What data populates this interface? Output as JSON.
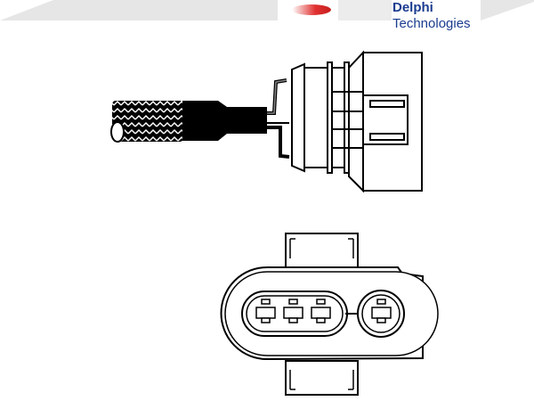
{
  "header": {
    "brand_line1": "Delphi",
    "brand_line2": "Technologies",
    "brand_color": "#1a3c8f",
    "badge_color": "#d62828",
    "banner_color": "#e6e6e6"
  },
  "drawings": [
    {
      "name": "oxygen-sensor-side-view",
      "description": "Lambda sensor connector side view with braided cable"
    },
    {
      "name": "connector-front-view",
      "description": "4-pin connector face view"
    }
  ]
}
